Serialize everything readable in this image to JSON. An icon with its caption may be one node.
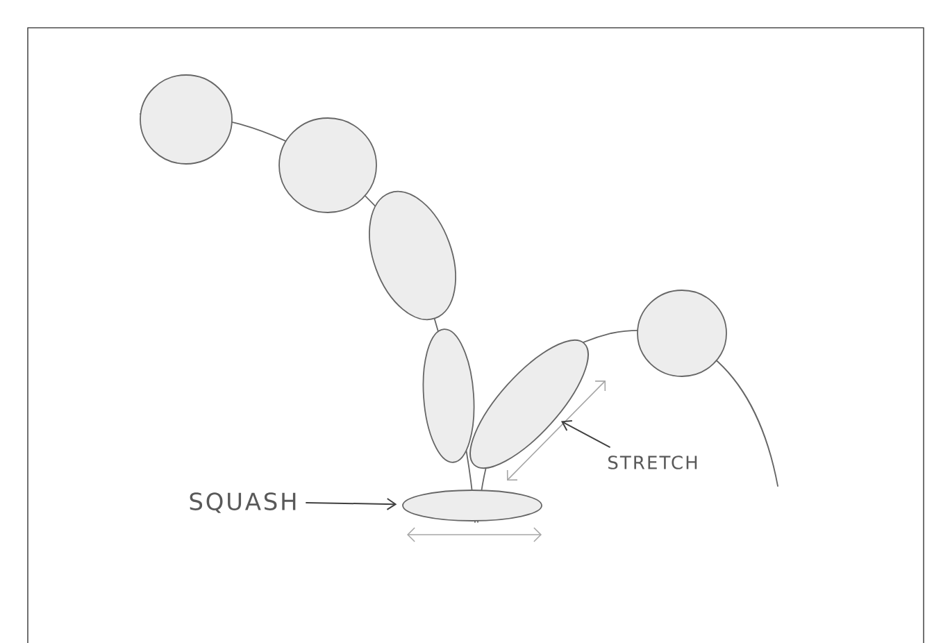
{
  "diagram": {
    "nodes": [
      {
        "text": [],
        "shape": "ellipse"
      },
      {
        "text": [
          "STRETCH"
        ]
      },
      {
        "text": [],
        "shape": "ellipse"
      },
      {
        "text": [
          "SQUASH"
        ]
      }
    ],
    "edges": [
      {
        "from": 1,
        "to": 0,
        "arrow": "to"
      },
      {
        "from": 3,
        "to": 2,
        "arrow": "to"
      }
    ]
  }
}
